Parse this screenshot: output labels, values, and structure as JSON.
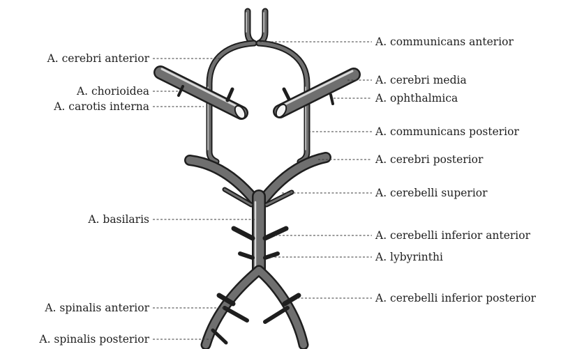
{
  "labels": {
    "cerebri_anterior": "A. cerebri anterior",
    "chorioidea": "A. chorioidea",
    "carotis_interna": "A. carotis interna",
    "basilaris": "A. basilaris",
    "spinalis_anterior": "A. spinalis anterior",
    "spinalis_posterior": "A. spinalis posterior",
    "communicans_anterior": "A. communicans anterior",
    "cerebri_media": "A. cerebri media",
    "ophthalmica": "A. ophthalmica",
    "communicans_posterior": "A. communicans posterior",
    "cerebri_posterior": "A. cerebri posterior",
    "cerebelli_superior": "A. cerebelli superior",
    "cerebelli_inferior_anterior": "A. cerebelli inferior anterior",
    "lybyrinthi": "A. lybyrinthi",
    "cerebelli_inferior_posterior": "A. cerebelli inferior posterior"
  }
}
